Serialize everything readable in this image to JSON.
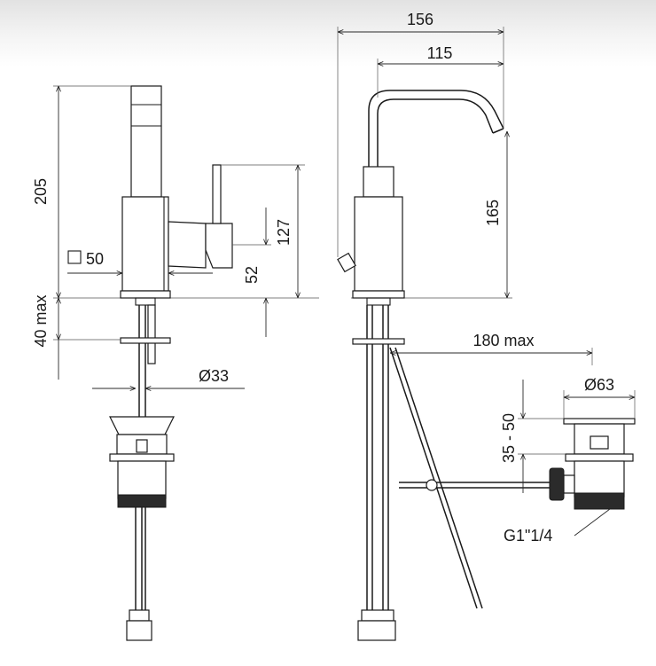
{
  "dimensions": {
    "side_height": "205",
    "side_square": "50",
    "side_lower": "40 max",
    "side_diameter": "Ø33",
    "side_lever_height": "127",
    "side_lever_offset": "52",
    "front_width": "156",
    "front_reach": "115",
    "front_spout_height": "165",
    "drain_rod": "180 max",
    "drain_diameter": "Ø63",
    "drain_range": "35 - 50",
    "drain_thread": "G1\"1/4"
  }
}
